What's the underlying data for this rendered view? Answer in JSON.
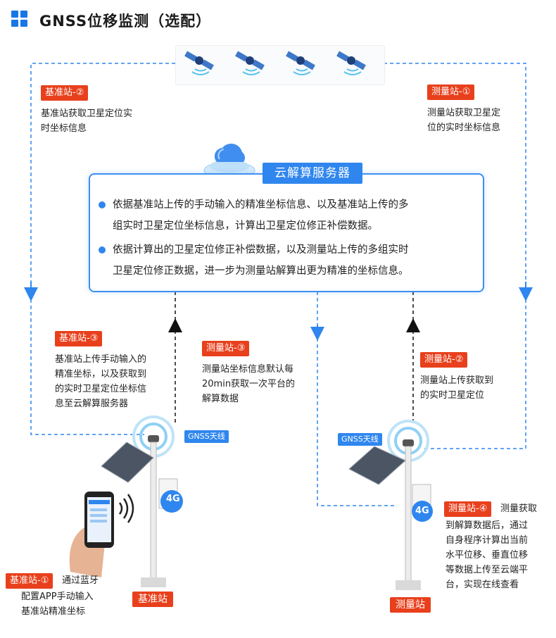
{
  "header": {
    "title": "GNSS位移监测（选配）"
  },
  "cloud": {
    "title": "云解算服务器",
    "bullets": [
      {
        "line1": "依据基准站上传的手动输入的精准坐标信息、以及基准站上传的多",
        "line2": "组实时卫星定位坐标信息，计算出卫星定位修正补偿数据。"
      },
      {
        "line1": "依据计算出的卫星定位修正补偿数据，以及测量站上传的多组实时",
        "line2": "卫星定位修正数据，进一步为测量站解算出更为精准的坐标信息。"
      }
    ]
  },
  "steps": {
    "base2": {
      "tag": "基准站-②",
      "lines": [
        "基准站获取卫星定位实",
        "时坐标信息"
      ]
    },
    "meas1": {
      "tag": "测量站-①",
      "lines": [
        "测量站获取卫星定",
        "位的实时坐标信息"
      ]
    },
    "base3": {
      "tag": "基准站-③",
      "lines": [
        "基准站上传手动输入的",
        "精准坐标，以及获取到",
        "的实时卫星定位坐标信",
        "息至云解算服务器"
      ]
    },
    "meas3": {
      "tag": "测量站-③",
      "lines": [
        "测量站坐标信息默认每",
        "20min获取一次平台的",
        "解算数据"
      ]
    },
    "meas2": {
      "tag": "测量站-②",
      "lines": [
        "测量站上传获取到",
        "的实时卫星定位"
      ]
    },
    "meas4": {
      "tag": "测量站-④",
      "first": "测量获取",
      "lines": [
        "到解算数据后，通过",
        "自身程序计算出当前",
        "水平位移、垂直位移",
        "等数据上传至云端平",
        "台，实现在线查看"
      ]
    },
    "base1": {
      "tag": "基准站-①",
      "first": "通过蓝牙",
      "lines": [
        "配置APP手动输入",
        "基准站精准坐标"
      ]
    }
  },
  "labels": {
    "gnss_antenna": "GNSS天线",
    "net": "4G",
    "base_station": "基准站",
    "measure_station": "测量站"
  },
  "colors": {
    "accent": "#2f86ee",
    "tag": "#e8401c",
    "dashed": "#2f86ee"
  }
}
